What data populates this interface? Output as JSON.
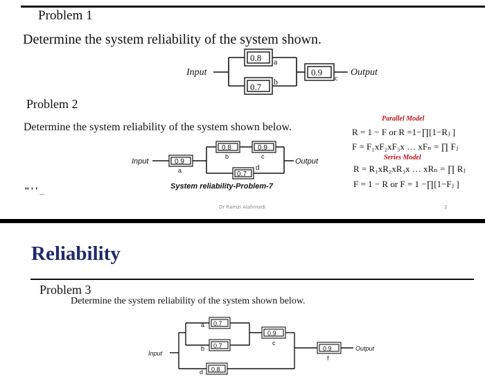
{
  "slide1": {
    "problem1": {
      "title": "Problem 1",
      "statement": "Determine the system reliability of the system shown.",
      "input": "Input",
      "output": "Output",
      "blocks": [
        {
          "value": "0.8",
          "tag": "a"
        },
        {
          "value": "0.7",
          "tag": "b"
        },
        {
          "value": "0.9",
          "tag": "c"
        }
      ]
    },
    "problem2": {
      "title": "Problem 2",
      "statement": "Determine the system reliability of the system shown below.",
      "input": "Input",
      "output": "Output",
      "blocks": [
        {
          "value": "0.9",
          "tag": "a"
        },
        {
          "value": "0.8",
          "tag": "b"
        },
        {
          "value": "0.9",
          "tag": "c"
        },
        {
          "value": "0.7",
          "tag": "d"
        }
      ],
      "caption": "System reliability-Problem-7"
    },
    "models": {
      "parallel_title": "Parallel Model",
      "parallel_eq1": "R = 1 − F or R =1−∏[1−Rⱼ ]",
      "parallel_eq2": "F = F₁xF₂xF₃x … xFₙ = ∏ Fⱼ",
      "series_title": "Series Model",
      "series_eq1": "R = R₁xR₂xR₃x … xRₙ = ∏ Rⱼ",
      "series_eq2": "F = 1 − R or F = 1 −∏[1−Fⱼ ]"
    },
    "footer": {
      "author": "Dr Ramzi Alahmadi",
      "page": "2"
    }
  },
  "slide2": {
    "heading": "Reliability",
    "problem3": {
      "title": "Problem 3",
      "statement": "Determine the system reliability of the system shown below.",
      "input": "Input",
      "output": "Output",
      "blocks": [
        {
          "value": "0.7",
          "tag": "a"
        },
        {
          "value": "0.7",
          "tag": "b"
        },
        {
          "value": "0.8",
          "tag": "d"
        },
        {
          "value": "0.9",
          "tag": "c"
        },
        {
          "value": "0.9",
          "tag": "f"
        }
      ]
    }
  }
}
